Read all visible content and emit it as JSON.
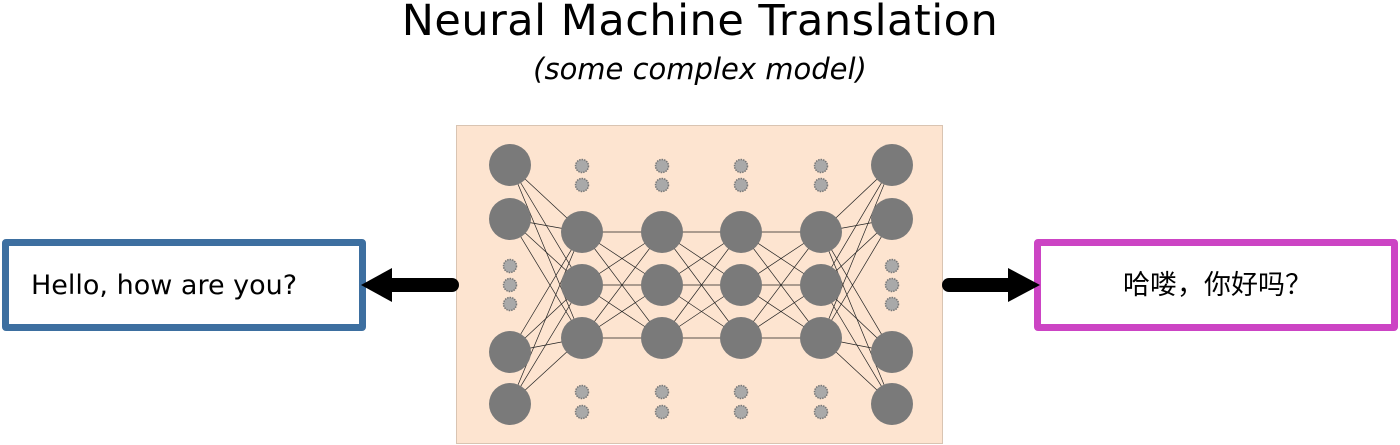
{
  "diagram": {
    "title": "Neural Machine Translation",
    "subtitle": "(some complex model)",
    "input_text": "Hello, how are you?",
    "output_text": "哈喽，你好吗？",
    "colors": {
      "input_border": "#3d6fa0",
      "output_border": "#cc44c4",
      "panel_fill": "#fde4d0",
      "node_fill": "#7a7a7a",
      "arrow": "#000000"
    },
    "network": {
      "outer_layers": {
        "large_nodes": 4,
        "dot_nodes": 3
      },
      "hidden_layers": {
        "count": 4,
        "nodes_per_layer": 3,
        "dots_above": 2,
        "dots_below": 2
      }
    }
  }
}
